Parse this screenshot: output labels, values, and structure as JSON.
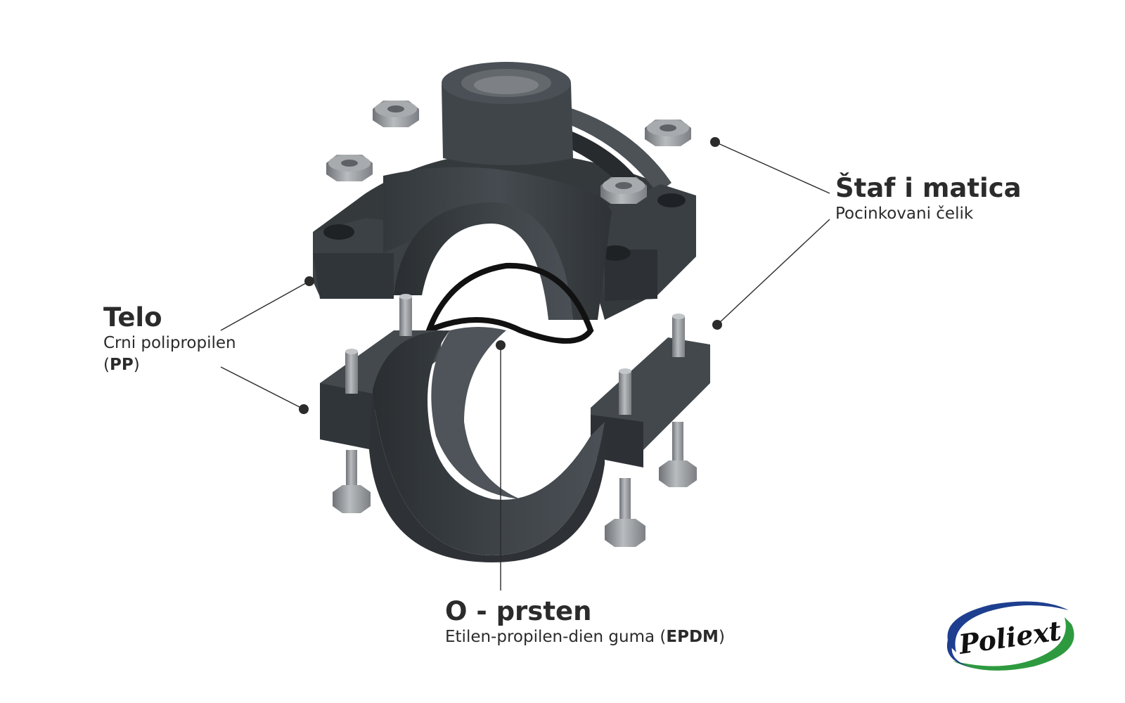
{
  "labels": {
    "stud_nut": {
      "title": "Štaf i matica",
      "subtitle": "Pocinkovani čelik"
    },
    "body": {
      "title": "Telo",
      "subtitle_line1": "Crni polipropilen",
      "subtitle_open": "(",
      "subtitle_bold": "PP",
      "subtitle_close": ")"
    },
    "o_ring": {
      "title": "O - prsten",
      "subtitle_prefix": "Etilen-propilen-dien guma (",
      "subtitle_bold": "EPDM",
      "subtitle_suffix": ")"
    }
  },
  "logo": {
    "text": "Poliext",
    "ring_colors": [
      "#1e3f8f",
      "#2e9a3f"
    ]
  },
  "colors": {
    "plastic": "#3d4246",
    "plastic_dark": "#2a2e31",
    "plastic_light": "#50565b",
    "metal": "#8d9094",
    "metal_light": "#b3b6b9",
    "oring": "#111111",
    "leader": "#2b2b2b"
  },
  "icons": {
    "component_drawing": "pipe-saddle-clamp-exploded",
    "logo": "poliext-logo"
  }
}
